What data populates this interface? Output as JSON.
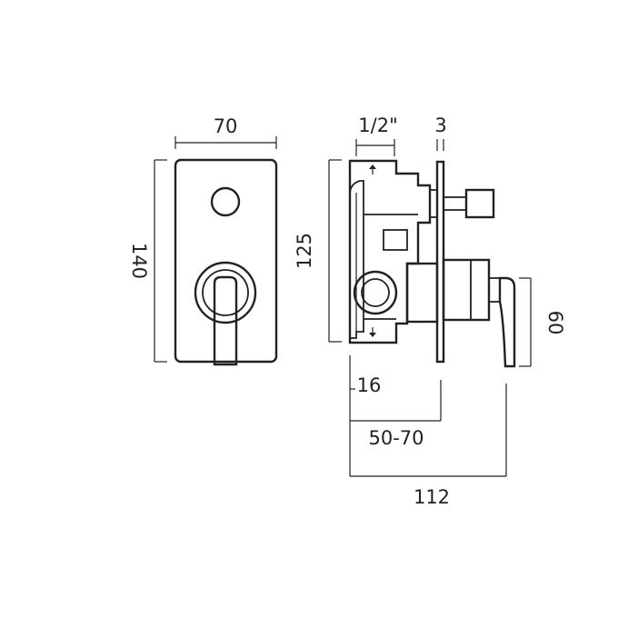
{
  "figure_type": "technical-drawing",
  "line_color": "#222222",
  "background": "#ffffff",
  "front_view": {
    "width_label": "70",
    "height_label": "140"
  },
  "side_view": {
    "thread_label": "1/2\"",
    "plate_thickness_label": "3",
    "body_height_label": "125",
    "lever_height_label": "60",
    "depth_label": "16",
    "adjust_range_label": "50-70",
    "total_projection_label": "112"
  }
}
